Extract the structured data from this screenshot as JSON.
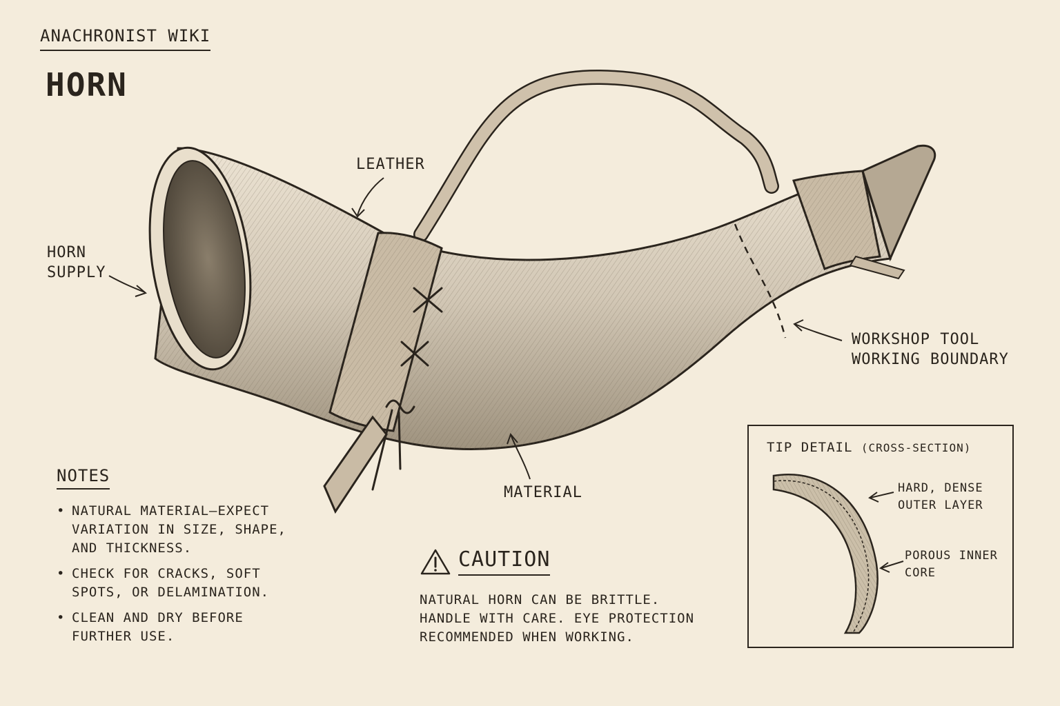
{
  "header": {
    "wiki_name": "ANACHRONIST WIKI",
    "title": "HORN"
  },
  "illustration": {
    "subject": "drinking horn with leather strap"
  },
  "callouts": {
    "leather": "LEATHER",
    "horn_supply": "HORN\nSUPPLY",
    "workshop_tool": "WORKSHOP TOOL\nWORKING BOUNDARY",
    "material": "MATERIAL"
  },
  "notes": {
    "heading": "NOTES",
    "items": [
      "NATURAL MATERIAL—EXPECT VARIATION IN SIZE, SHAPE, AND THICKNESS.",
      "CHECK FOR CRACKS, SOFT SPOTS, OR DELAMINATION.",
      "CLEAN AND DRY BEFORE FURTHER USE."
    ]
  },
  "caution": {
    "icon": "warning-triangle-icon",
    "heading": "CAUTION",
    "body": "NATURAL HORN CAN BE BRITTLE.\nHANDLE WITH CARE. EYE PROTECTION\nRECOMMENDED WHEN WORKING."
  },
  "tip_detail": {
    "title": "TIP DETAIL",
    "subtitle": "(CROSS-SECTION)",
    "outer_label": "HARD, DENSE\nOUTER LAYER",
    "inner_label": "POROUS INNER\nCORE"
  },
  "colors": {
    "paper": "#f4ecdc",
    "ink": "#2a241d",
    "horn_light": "#e6dccb",
    "horn_mid": "#bfb3a1",
    "leather": "#c9bba5"
  }
}
